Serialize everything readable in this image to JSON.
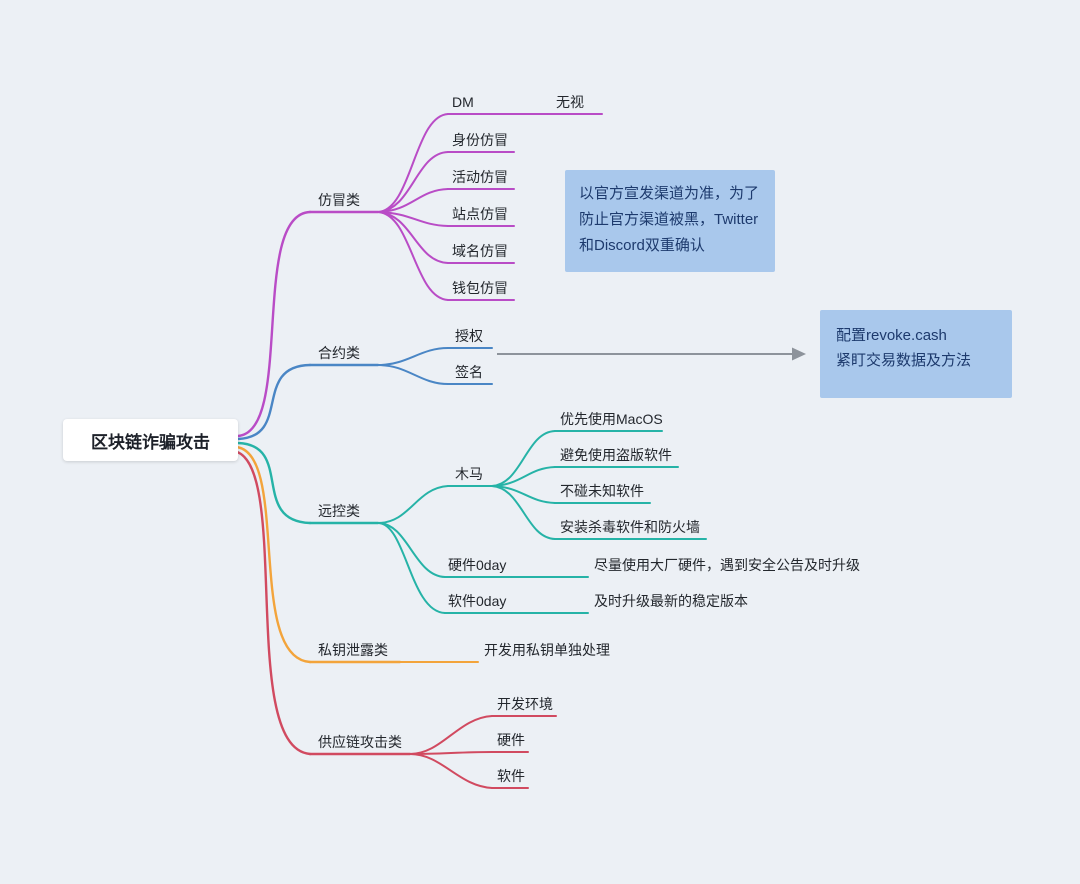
{
  "root": {
    "label": "区块链诈骗攻击"
  },
  "palette": {
    "background": "#ecf0f5",
    "node_text": "#23272d",
    "root_bg": "#ffffff",
    "note_bg": "#a9c8ec",
    "note_text": "#1d3a6d"
  },
  "arrow": {
    "color": "#8d939b"
  },
  "branches": [
    {
      "label": "仿冒类",
      "color": "#b94cc6",
      "children": [
        {
          "label": "DM",
          "children": [
            {
              "label": "无视"
            }
          ]
        },
        {
          "label": "身份仿冒"
        },
        {
          "label": "活动仿冒"
        },
        {
          "label": "站点仿冒"
        },
        {
          "label": "域名仿冒"
        },
        {
          "label": "钱包仿冒"
        }
      ]
    },
    {
      "label": "合约类",
      "color": "#4a86c5",
      "children": [
        {
          "label": "授权"
        },
        {
          "label": "签名"
        }
      ]
    },
    {
      "label": "远控类",
      "color": "#26b3a7",
      "children": [
        {
          "label": "木马",
          "children": [
            {
              "label": "优先使用MacOS"
            },
            {
              "label": "避免使用盗版软件"
            },
            {
              "label": "不碰未知软件"
            },
            {
              "label": "安装杀毒软件和防火墙"
            }
          ]
        },
        {
          "label": "硬件0day",
          "children": [
            {
              "label": "尽量使用大厂硬件，遇到安全公告及时升级"
            }
          ]
        },
        {
          "label": "软件0day",
          "children": [
            {
              "label": "及时升级最新的稳定版本"
            }
          ]
        }
      ]
    },
    {
      "label": "私钥泄露类",
      "color": "#f3a43b",
      "children": [
        {
          "label": "开发用私钥单独处理"
        }
      ]
    },
    {
      "label": "供应链攻击类",
      "color": "#d14a60",
      "children": [
        {
          "label": "开发环境"
        },
        {
          "label": "硬件"
        },
        {
          "label": "软件"
        }
      ]
    }
  ],
  "notes": [
    {
      "text": "以官方宣发渠道为准，为了防止官方渠道被黑，Twitter和Discord双重确认",
      "bg": "#a9c8ec",
      "fg": "#1d3a6d"
    },
    {
      "lines": [
        "配置revoke.cash",
        "紧盯交易数据及方法"
      ],
      "bg": "#a9c8ec",
      "fg": "#1d3a6d"
    }
  ]
}
